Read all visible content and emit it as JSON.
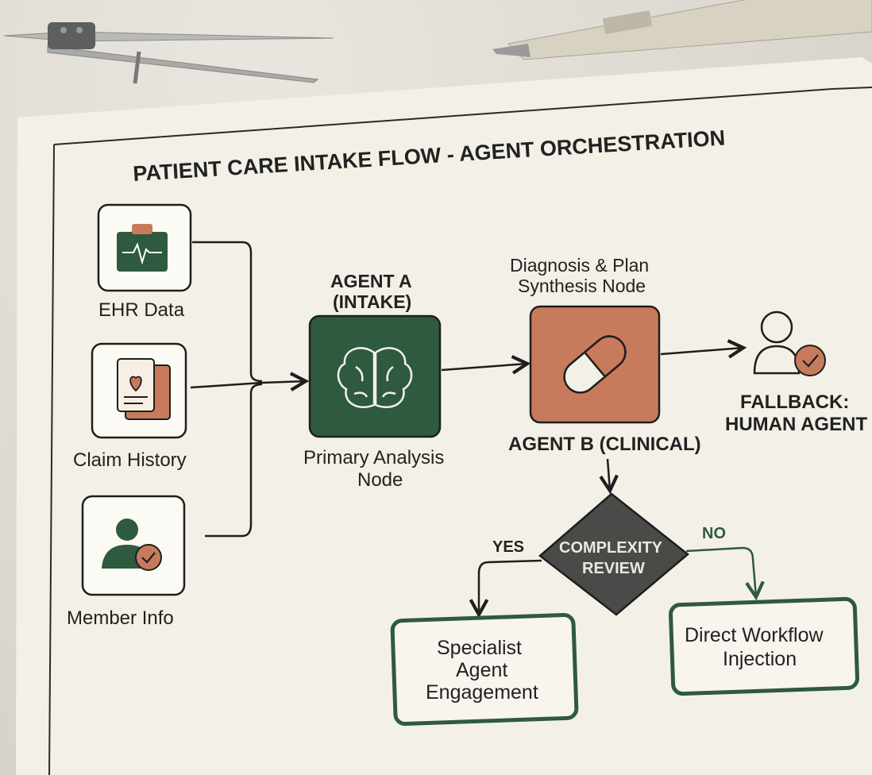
{
  "title": "PATIENT CARE INTAKE FLOW - AGENT ORCHESTRATION",
  "inputs": [
    {
      "label": "EHR Data",
      "icon": "clipboard-heartbeat-icon"
    },
    {
      "label": "Claim History",
      "icon": "documents-heart-icon"
    },
    {
      "label": "Member Info",
      "icon": "user-check-icon"
    }
  ],
  "agent_a": {
    "title_line1": "AGENT A",
    "title_line2": "(INTAKE)",
    "caption_line1": "Primary Analysis",
    "caption_line2": "Node",
    "icon": "brain-icon"
  },
  "agent_b": {
    "caption_line1": "Diagnosis & Plan",
    "caption_line2": "Synthesis Node",
    "title": "AGENT B (CLINICAL)",
    "icon": "pill-capsule-icon"
  },
  "fallback": {
    "line1": "FALLBACK:",
    "line2": "HUMAN AGENT",
    "icon": "user-check-icon"
  },
  "decision": {
    "line1": "COMPLEXITY",
    "line2": "REVIEW",
    "yes_label": "YES",
    "no_label": "NO"
  },
  "outcomes": {
    "specialist": [
      "Specialist",
      "Agent",
      "Engagement"
    ],
    "direct": [
      "Direct Workflow",
      "Injection"
    ]
  },
  "colors": {
    "green": "#2e5a3f",
    "terracotta": "#c77b5c",
    "paper": "#f3f0e7",
    "ink": "#1e1e1e",
    "diamond": "#4a4a48"
  }
}
